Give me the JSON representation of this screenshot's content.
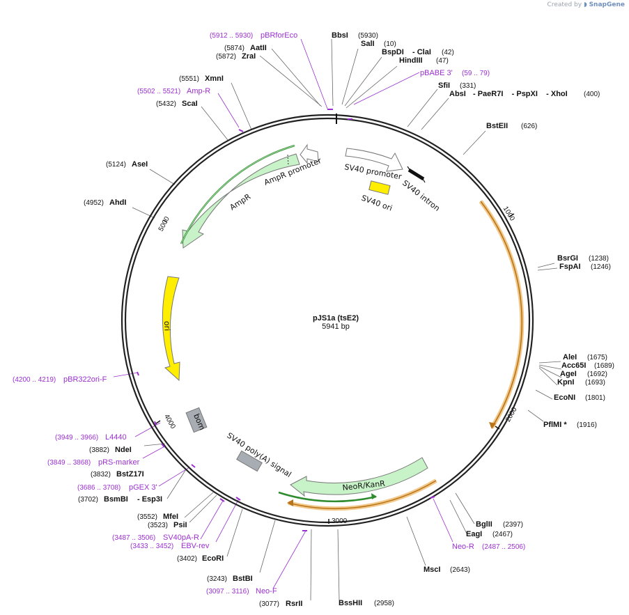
{
  "credit": {
    "prefix": "Created by",
    "brand": "SnapGene"
  },
  "plasmid": {
    "name": "pJS1a (tsE2)",
    "size_label": "5941 bp"
  },
  "ticks": [
    "1000",
    "2000",
    "3000",
    "4000",
    "5000"
  ],
  "features": {
    "sv40_promoter": "SV40 promoter",
    "sv40_intron": "SV40 intron",
    "sv40_ori": "SV40 ori",
    "ampr_promoter": "AmpR promoter",
    "ampr": "AmpR",
    "ori": "ori",
    "bom": "bom",
    "sv40_polya": "SV40 poly(A) signal",
    "neo": "NeoR/KanR"
  },
  "sites": [
    {
      "name": "BbsI",
      "pos": "(5930)"
    },
    {
      "name": "SalI",
      "pos": "(10)"
    },
    {
      "name": "BspDI",
      "extra": "- ClaI",
      "pos": "(42)"
    },
    {
      "name": "HindIII",
      "pos": "(47)"
    },
    {
      "name": "SfiI",
      "pos": "(331)"
    },
    {
      "name": "AbsI",
      "extra": "- PaeR7I    - PspXI    - XhoI",
      "pos": "(400)"
    },
    {
      "name": "BstEII",
      "pos": "(626)"
    },
    {
      "name": "BsrGI",
      "pos": "(1238)"
    },
    {
      "name": "FspAI",
      "pos": "(1246)"
    },
    {
      "name": "AleI",
      "pos": "(1675)"
    },
    {
      "name": "Acc65I",
      "pos": "(1689)"
    },
    {
      "name": "AgeI",
      "pos": "(1692)"
    },
    {
      "name": "KpnI",
      "pos": "(1693)"
    },
    {
      "name": "EcoNI",
      "pos": "(1801)"
    },
    {
      "name": "PflMI *",
      "pos": "(1916)"
    },
    {
      "name": "BglII",
      "pos": "(2397)"
    },
    {
      "name": "EagI",
      "pos": "(2467)"
    },
    {
      "name": "MscI",
      "pos": "(2643)"
    },
    {
      "name": "BssHII",
      "pos": "(2958)"
    },
    {
      "name": "RsrII",
      "pos": "(3077)"
    },
    {
      "name": "BstBI",
      "pos": "(3243)"
    },
    {
      "name": "EcoRI",
      "pos": "(3402)"
    },
    {
      "name": "PsiI",
      "pos": "(3523)"
    },
    {
      "name": "MfeI",
      "pos": "(3552)"
    },
    {
      "name": "BsmBI",
      "extra": "- Esp3I",
      "pos": "(3702)"
    },
    {
      "name": "BstZ17I",
      "pos": "(3832)"
    },
    {
      "name": "NdeI",
      "pos": "(3882)"
    },
    {
      "name": "AhdI",
      "pos": "(4952)"
    },
    {
      "name": "AseI",
      "pos": "(5124)"
    },
    {
      "name": "ScaI",
      "pos": "(5432)"
    },
    {
      "name": "XmnI",
      "pos": "(5551)"
    },
    {
      "name": "ZraI",
      "pos": "(5872)"
    },
    {
      "name": "AatII",
      "pos": "(5874)"
    }
  ],
  "primers": [
    {
      "name": "pBRforEco",
      "range": "(5912 .. 5930)"
    },
    {
      "name": "pBABE 3'",
      "range": "(59 .. 79)"
    },
    {
      "name": "Amp-R",
      "range": "(5502 .. 5521)"
    },
    {
      "name": "pBR322ori-F",
      "range": "(4200 .. 4219)"
    },
    {
      "name": "L4440",
      "range": "(3949 .. 3966)"
    },
    {
      "name": "pRS-marker",
      "range": "(3849 .. 3868)"
    },
    {
      "name": "pGEX 3'",
      "range": "(3686 .. 3708)"
    },
    {
      "name": "SV40pA-R",
      "range": "(3487 .. 3506)"
    },
    {
      "name": "EBV-rev",
      "range": "(3433 .. 3452)"
    },
    {
      "name": "Neo-F",
      "range": "(3097 .. 3116)"
    },
    {
      "name": "Neo-R",
      "range": "(2487 .. 2506)"
    }
  ]
}
